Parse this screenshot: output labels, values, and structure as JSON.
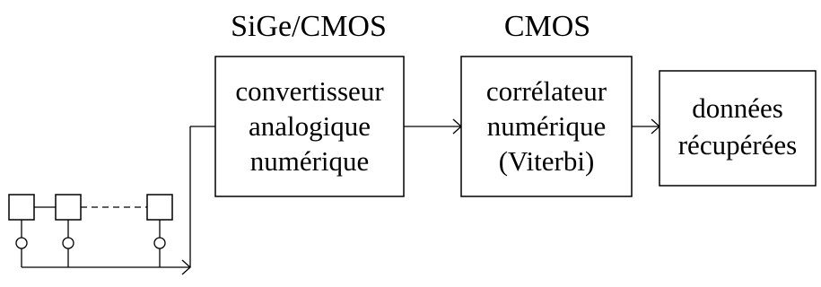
{
  "tech_labels": {
    "adc": "SiGe/CMOS",
    "correlator": "CMOS"
  },
  "blocks": {
    "adc": {
      "lines": [
        "convertisseur",
        "analogique",
        "numérique"
      ]
    },
    "correlator": {
      "lines": [
        "corrélateur",
        "numérique",
        "(Viterbi)"
      ]
    },
    "output": {
      "lines": [
        "données",
        "récupérées"
      ]
    }
  }
}
